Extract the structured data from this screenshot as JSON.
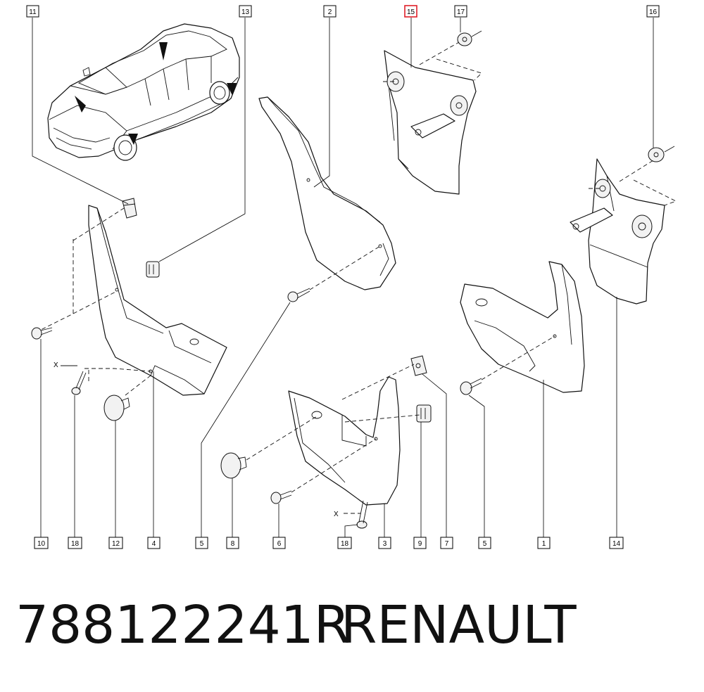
{
  "callouts": [
    {
      "id": "c11",
      "label": "11"
    },
    {
      "id": "c13",
      "label": "13"
    },
    {
      "id": "c2",
      "label": "2"
    },
    {
      "id": "c15",
      "label": "15",
      "highlighted": true
    },
    {
      "id": "c17",
      "label": "17"
    },
    {
      "id": "c16",
      "label": "16"
    },
    {
      "id": "c10",
      "label": "10"
    },
    {
      "id": "c18a",
      "label": "18"
    },
    {
      "id": "c12",
      "label": "12"
    },
    {
      "id": "c4",
      "label": "4"
    },
    {
      "id": "c5a",
      "label": "5"
    },
    {
      "id": "c8",
      "label": "8"
    },
    {
      "id": "c6",
      "label": "6"
    },
    {
      "id": "c18b",
      "label": "18"
    },
    {
      "id": "c3",
      "label": "3"
    },
    {
      "id": "c9",
      "label": "9"
    },
    {
      "id": "c7",
      "label": "7"
    },
    {
      "id": "c5b",
      "label": "5"
    },
    {
      "id": "c1",
      "label": "1"
    },
    {
      "id": "c14",
      "label": "14"
    }
  ],
  "x_marks": [
    "X",
    "X"
  ],
  "footer": {
    "part_number": "788122241R",
    "brand": "RENAULT"
  },
  "colors": {
    "line": "#111111",
    "highlight": "#e0202a",
    "background": "#ffffff"
  }
}
